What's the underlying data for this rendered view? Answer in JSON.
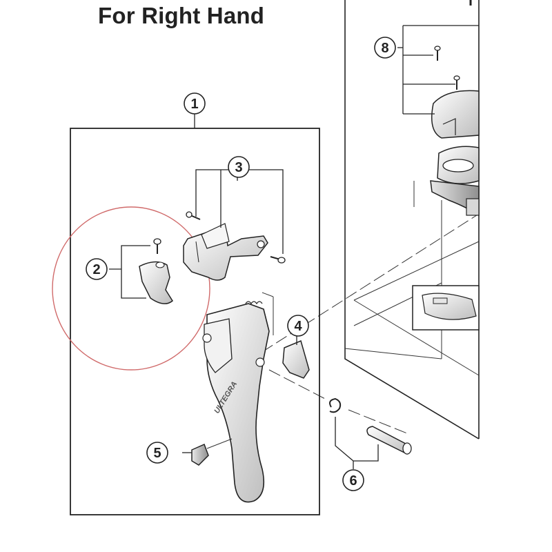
{
  "title": "For Right Hand",
  "callouts": [
    {
      "id": "c1",
      "label": "1"
    },
    {
      "id": "c2",
      "label": "2"
    },
    {
      "id": "c3",
      "label": "3"
    },
    {
      "id": "c4",
      "label": "4"
    },
    {
      "id": "c5",
      "label": "5"
    },
    {
      "id": "c6",
      "label": "6"
    },
    {
      "id": "c8",
      "label": "8"
    }
  ],
  "lever_brand": "ULTEGRA",
  "colors": {
    "line": "#222222",
    "highlight_circle": "#d06a6a",
    "part_fill": "#f4f4f4",
    "part_shade": "#cfcfcf"
  }
}
